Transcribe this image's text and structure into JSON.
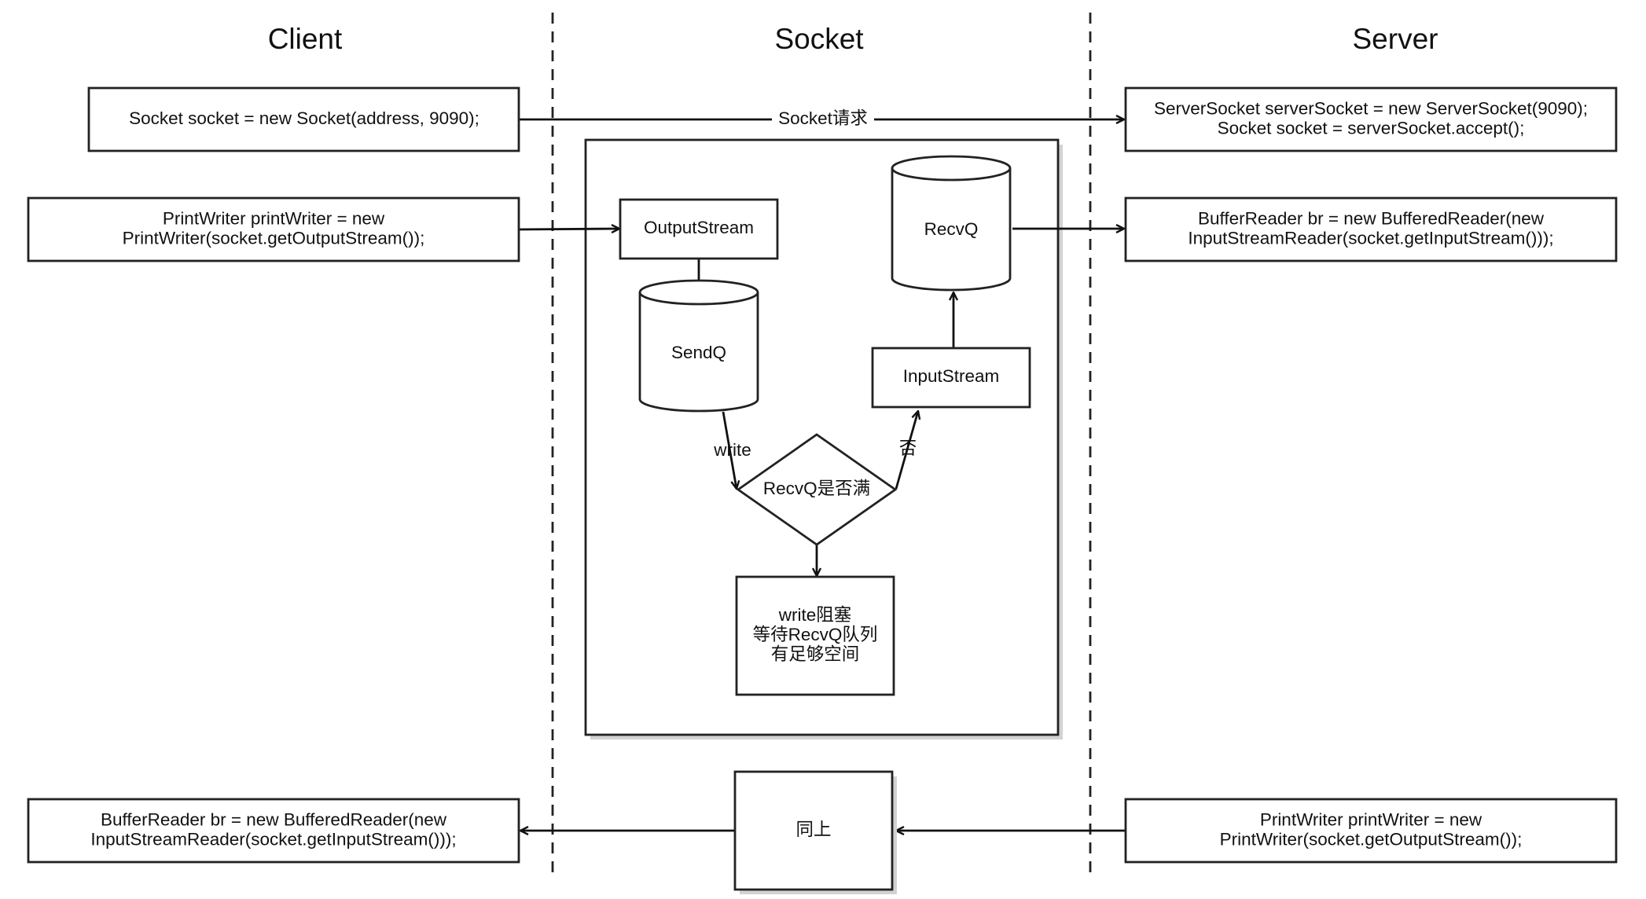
{
  "columns": {
    "client": "Client",
    "socket": "Socket",
    "server": "Server"
  },
  "nodes": {
    "client_socket": [
      "Socket socket = new Socket(address, 9090);"
    ],
    "client_printwriter": [
      "PrintWriter printWriter = new",
      "PrintWriter(socket.getOutputStream());"
    ],
    "client_bufferreader": [
      "BufferReader br = new BufferedReader(new",
      "InputStreamReader(socket.getInputStream()));"
    ],
    "server_serversocket": [
      "ServerSocket serverSocket = new ServerSocket(9090);",
      "Socket socket = serverSocket.accept();"
    ],
    "server_bufferreader": [
      "BufferReader br = new BufferedReader(new",
      "InputStreamReader(socket.getInputStream()));"
    ],
    "server_printwriter": [
      "PrintWriter printWriter = new",
      "PrintWriter(socket.getOutputStream());"
    ],
    "output_stream": [
      "OutputStream"
    ],
    "sendq": [
      "SendQ"
    ],
    "recvq": [
      "RecvQ"
    ],
    "input_stream": [
      "InputStream"
    ],
    "recvq_full": [
      "RecvQ是否满"
    ],
    "write_blocked": [
      "write阻塞",
      "等待RecvQ队列",
      "有足够空间"
    ],
    "same_as_above": [
      "同上"
    ]
  },
  "edges": {
    "socket_request": "Socket请求",
    "write": "write",
    "no": "否"
  }
}
